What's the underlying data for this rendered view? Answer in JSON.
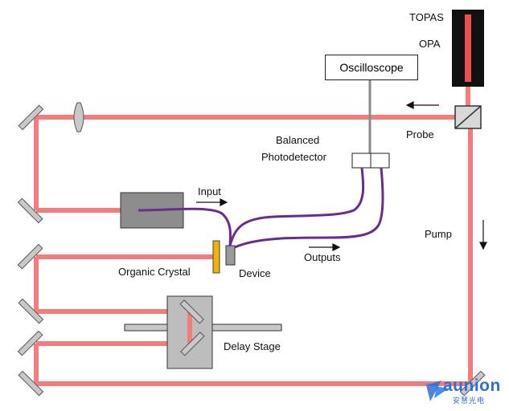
{
  "laser": {
    "name": "TOPAS",
    "sub": "OPA"
  },
  "oscilloscope": {
    "label": "Oscilloscope"
  },
  "photodetector": {
    "line1": "Balanced",
    "line2": "Photodetector"
  },
  "labels": {
    "probe": "Probe",
    "pump": "Pump",
    "input": "Input",
    "outputs": "Outputs",
    "organic_crystal": "Organic Crystal",
    "device": "Device",
    "delay_stage": "Delay Stage"
  },
  "watermark": {
    "brand": "aunion",
    "sub": "安慧光电"
  },
  "colors": {
    "beam": "#f47c7c",
    "fiber": "#6a2c91",
    "mirror_fill": "#c8c8c8",
    "crystal": "#f0b400",
    "laser_glow": "#e85050",
    "watermark": "#2f6fd8"
  }
}
